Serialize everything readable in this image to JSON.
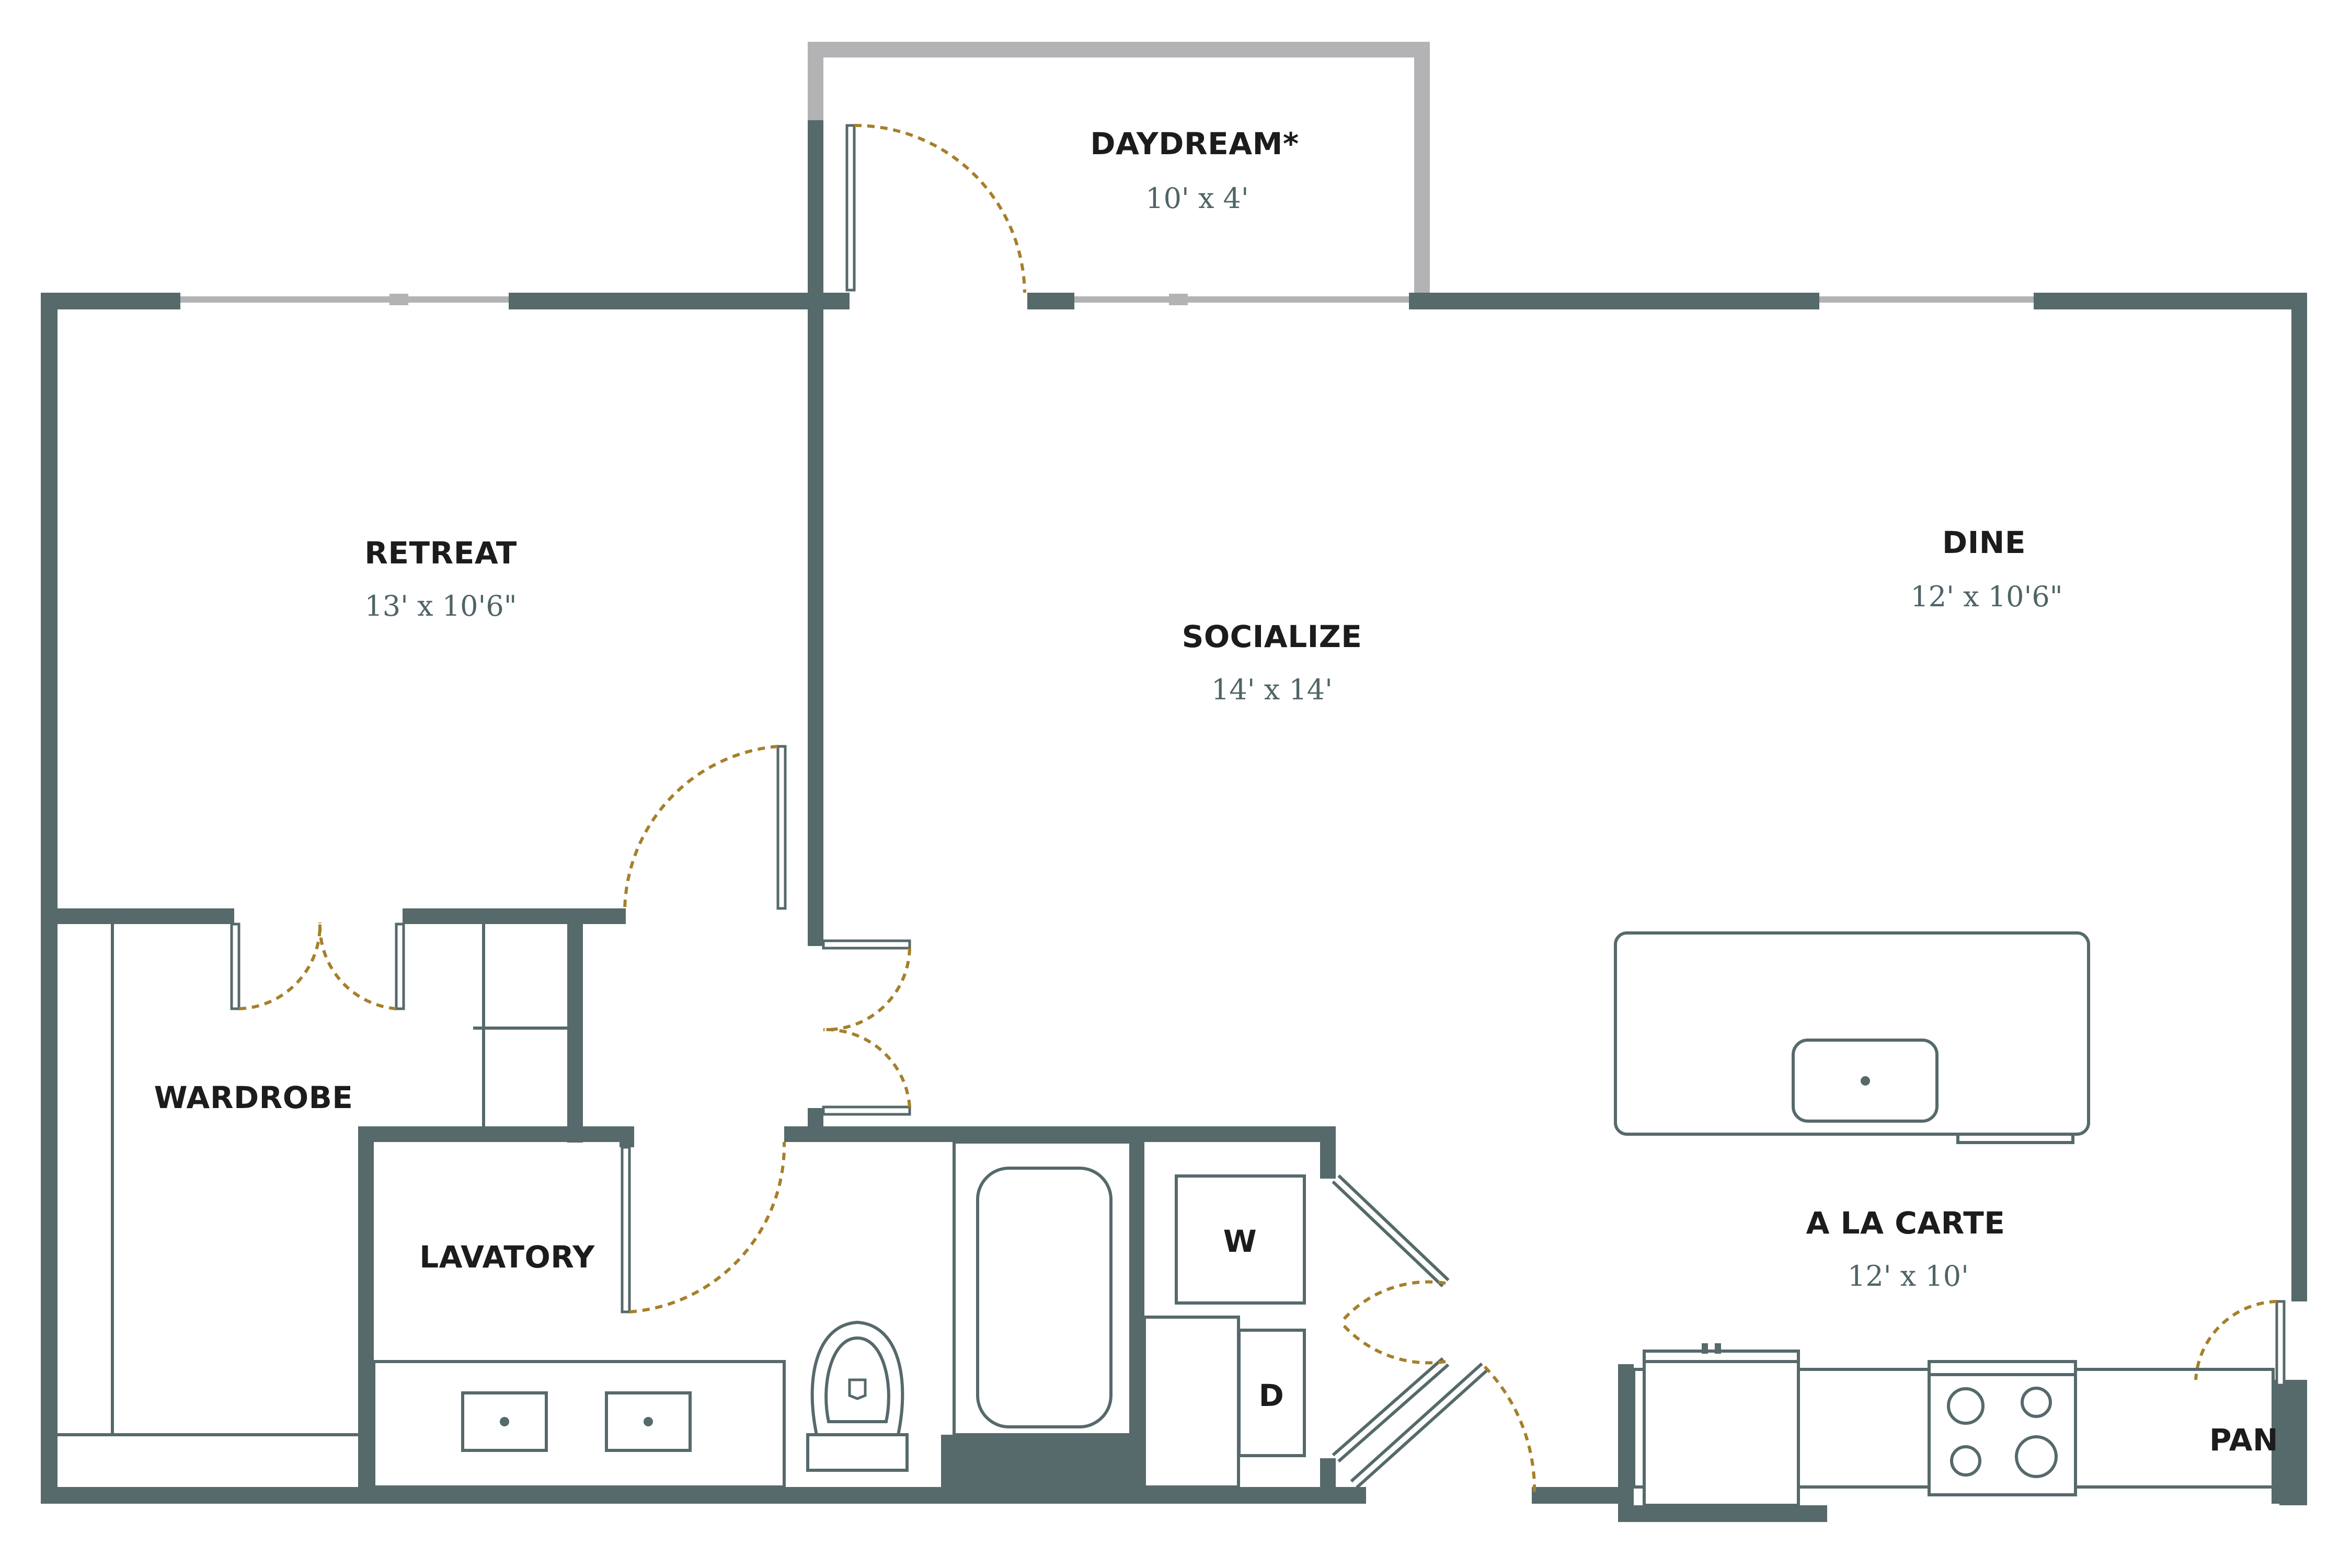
{
  "colors": {
    "wall": "#56696b",
    "window": "#b3b3b5",
    "door_swing": "#a57f2a",
    "label": "#1c1c1c",
    "dimension": "#4f6466",
    "background": "#ffffff"
  },
  "rooms": {
    "daydream": {
      "name": "DAYDREAM*",
      "dimensions": "10' x 4'"
    },
    "retreat": {
      "name": "RETREAT",
      "dimensions": "13' x 10'6\""
    },
    "socialize": {
      "name": "SOCIALIZE",
      "dimensions": "14' x 14'"
    },
    "dine": {
      "name": "DINE",
      "dimensions": "12' x 10'6\""
    },
    "wardrobe": {
      "name": "WARDROBE"
    },
    "lavatory": {
      "name": "LAVATORY"
    },
    "a_la_carte": {
      "name": "A LA CARTE",
      "dimensions": "12' x 10'"
    },
    "pantry": {
      "name": "PAN"
    }
  },
  "appliances": {
    "washer": "W",
    "dryer": "D"
  }
}
